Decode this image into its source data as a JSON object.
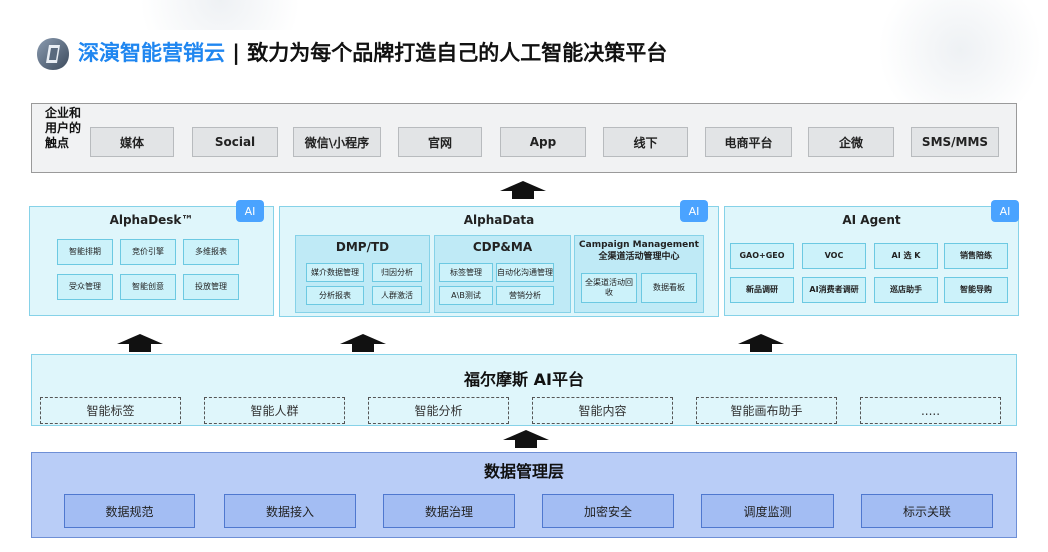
{
  "header": {
    "brand": "深演智能营销云",
    "separator": " | ",
    "tagline": "致力为每个品牌打造自己的人工智能决策平台"
  },
  "touchpoints": {
    "label": "企业和用户的触点",
    "items": [
      "媒体",
      "Social",
      "微信\\小程序",
      "官网",
      "App",
      "线下",
      "电商平台",
      "企微",
      "SMS/MMS"
    ]
  },
  "alphadesk": {
    "title": "AlphaDesk™",
    "badge": "AI",
    "cells": [
      "智能排期",
      "竞价引擎",
      "多维报表",
      "受众管理",
      "智能创意",
      "投放管理"
    ]
  },
  "alphadata": {
    "title": "AlphaData",
    "badge": "AI",
    "dmp": {
      "title": "DMP/TD",
      "cells": [
        "媒介数据管理",
        "归因分析",
        "分析报表",
        "人群激活"
      ]
    },
    "cdp": {
      "title": "CDP&MA",
      "cells": [
        "标签管理",
        "自动化沟通管理",
        "A\\B测试",
        "营销分析"
      ]
    },
    "campaign": {
      "title1": "Campaign Management",
      "title2": "全渠道活动管理中心",
      "cells": [
        "全渠道活动回收",
        "数据看板"
      ]
    }
  },
  "aiagent": {
    "title": "AI Agent",
    "badge": "AI",
    "cells": [
      "GAO+GEO",
      "VOC",
      "AI 选 K",
      "销售陪练",
      "新品调研",
      "AI消费者调研",
      "巡店助手",
      "智能导购"
    ]
  },
  "platform": {
    "title": "福尔摩斯 AI平台",
    "items": [
      "智能标签",
      "智能人群",
      "智能分析",
      "智能内容",
      "智能画布助手",
      "....."
    ]
  },
  "datalayer": {
    "title": "数据管理层",
    "items": [
      "数据规范",
      "数据接入",
      "数据治理",
      "加密安全",
      "调度监测",
      "标示关联"
    ]
  },
  "colors": {
    "brand": "#1f86f0",
    "panel": "#dff6fb",
    "datalayer": "#b9cdf7",
    "ai_badge": "#4aa3ff"
  }
}
